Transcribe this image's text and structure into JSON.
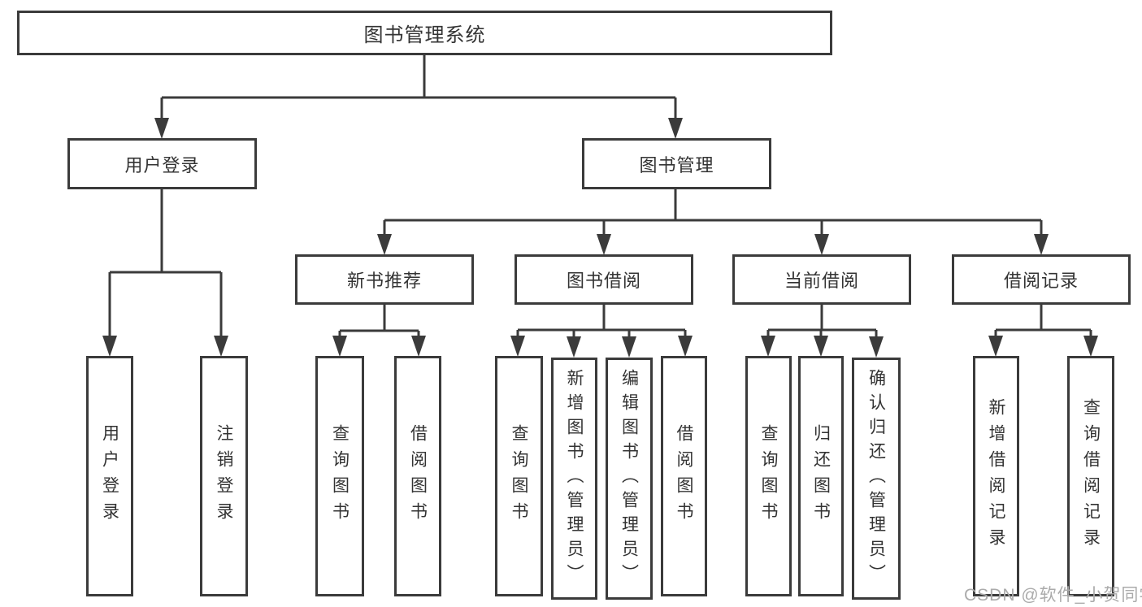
{
  "tree": {
    "root": {
      "label": "图书管理系统"
    },
    "level2": [
      {
        "label": "用户登录",
        "children": [
          {
            "label": "用户登录"
          },
          {
            "label": "注销登录"
          }
        ]
      },
      {
        "label": "图书管理",
        "children": [
          {
            "label": "新书推荐",
            "children": [
              {
                "label": "查询图书"
              },
              {
                "label": "借阅图书"
              }
            ]
          },
          {
            "label": "图书借阅",
            "children": [
              {
                "label": "查询图书"
              },
              {
                "label": "新增图书（管理员）"
              },
              {
                "label": "编辑图书（管理员）"
              },
              {
                "label": "借阅图书"
              }
            ]
          },
          {
            "label": "当前借阅",
            "children": [
              {
                "label": "查询图书"
              },
              {
                "label": "归还图书"
              },
              {
                "label": "确认归还（管理员）"
              }
            ]
          },
          {
            "label": "借阅记录",
            "children": [
              {
                "label": "新增借阅记录"
              },
              {
                "label": "查询借阅记录"
              }
            ]
          }
        ]
      }
    ]
  },
  "watermark": "CSDN @软件_小贺同学",
  "colors": {
    "line": "#3b3b3b",
    "box_border": "#3b3b3b",
    "text": "#333333",
    "watermark": "#ababab",
    "background": "#ffffff"
  }
}
